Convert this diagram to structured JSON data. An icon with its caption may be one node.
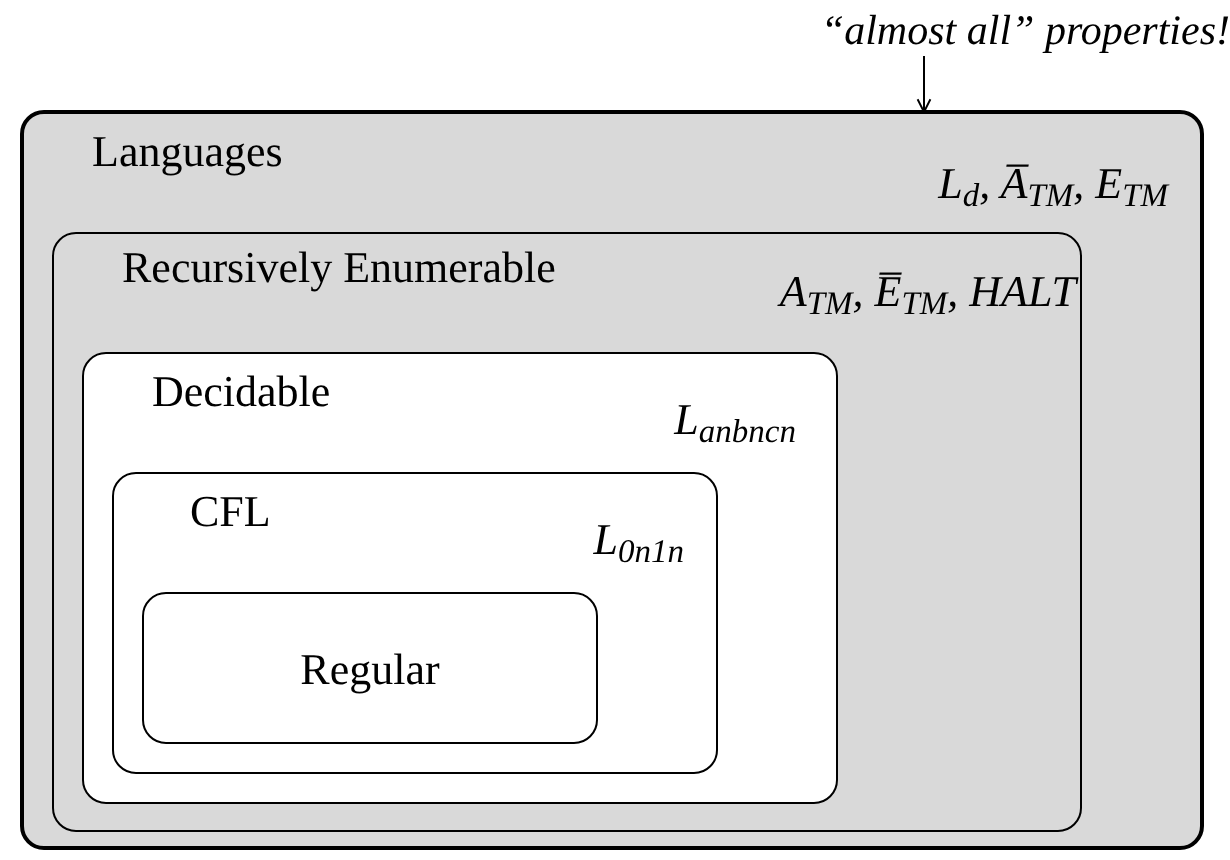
{
  "diagram": {
    "nodes": [
      {
        "text": [
          "Languages",
          "L$_{d}$, A̅$_{TM}$, E$_{TM}$"
        ]
      },
      {
        "text": [
          "Recursively Enumerable",
          "A$_{TM}$, E̅$_{TM}$, HALT"
        ],
        "in": 0
      },
      {
        "text": [
          "Decidable",
          "L$_{anbncn}$"
        ],
        "in": 1
      },
      {
        "text": [
          "CFL",
          "L$_{0n1n}$"
        ],
        "in": 2
      },
      {
        "text": [
          "Regular"
        ],
        "in": 3
      },
      {
        "text": [
          "“almost all” properties!"
        ]
      }
    ],
    "edges": [
      {
        "from": 5,
        "to": 0,
        "arrow": "to"
      }
    ]
  }
}
